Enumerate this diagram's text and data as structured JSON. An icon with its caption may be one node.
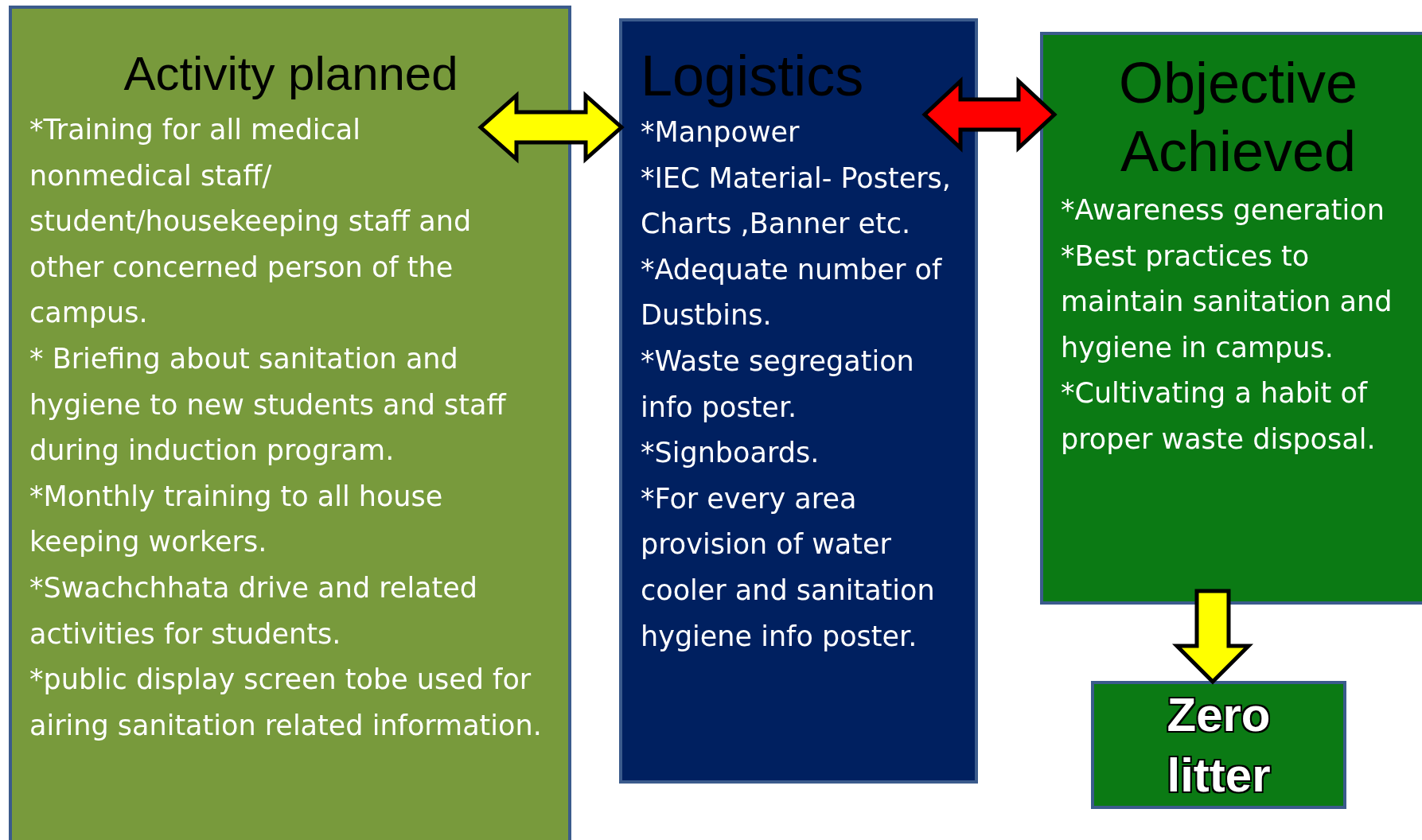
{
  "diagram": {
    "nodes": [
      {
        "text": [
          "Activity planned",
          "*Training for all medical nonmedical staff/ student/housekeeping staff and other concerned person of the campus.",
          "* Briefing about sanitation and hygiene to new students and staff during induction program.",
          "*Monthly training to all house keeping workers.",
          "*Swachchhata drive and related activities for students.",
          "*public display screen tobe used for airing sanitation related information."
        ]
      },
      {
        "text": [
          "Logistics",
          "*Manpower",
          "*IEC Material- Posters, Charts ,Banner etc.",
          "*Adequate number of Dustbins.",
          "*Waste segregation info poster.",
          "*Signboards.",
          "*For every area provision of water cooler and sanitation hygiene info poster."
        ]
      },
      {
        "text": [
          "Objective Achieved",
          "*Awareness generation",
          "*Best practices to maintain sanitation and hygiene in campus.",
          "*Cultivating a habit of proper waste disposal."
        ]
      },
      {
        "text": [
          "Zero litter"
        ]
      }
    ],
    "edges": [
      {
        "from": 0,
        "to": 1,
        "arrow": "both"
      },
      {
        "from": 1,
        "to": 2,
        "arrow": "both",
        "color": "#ff0000"
      },
      {
        "from": 2,
        "to": 3,
        "arrow": "to"
      }
    ]
  }
}
